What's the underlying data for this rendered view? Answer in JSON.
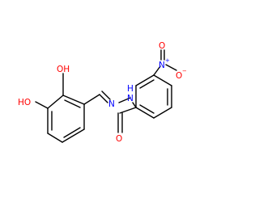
{
  "molecule": {
    "atoms": {
      "oh_top": "OH",
      "oh_left": "HO",
      "n_imine": "N",
      "n_amide": "N",
      "h_amide": "H",
      "o_carbonyl": "O",
      "n_nitro": "N",
      "n_nitro_charge": "+",
      "o_nitro_top": "O",
      "o_nitro_right": "O",
      "o_nitro_right_charge": "−"
    },
    "colors": {
      "bond": "#000000",
      "oxygen": "#ff0000",
      "nitrogen": "#0000ff"
    }
  }
}
